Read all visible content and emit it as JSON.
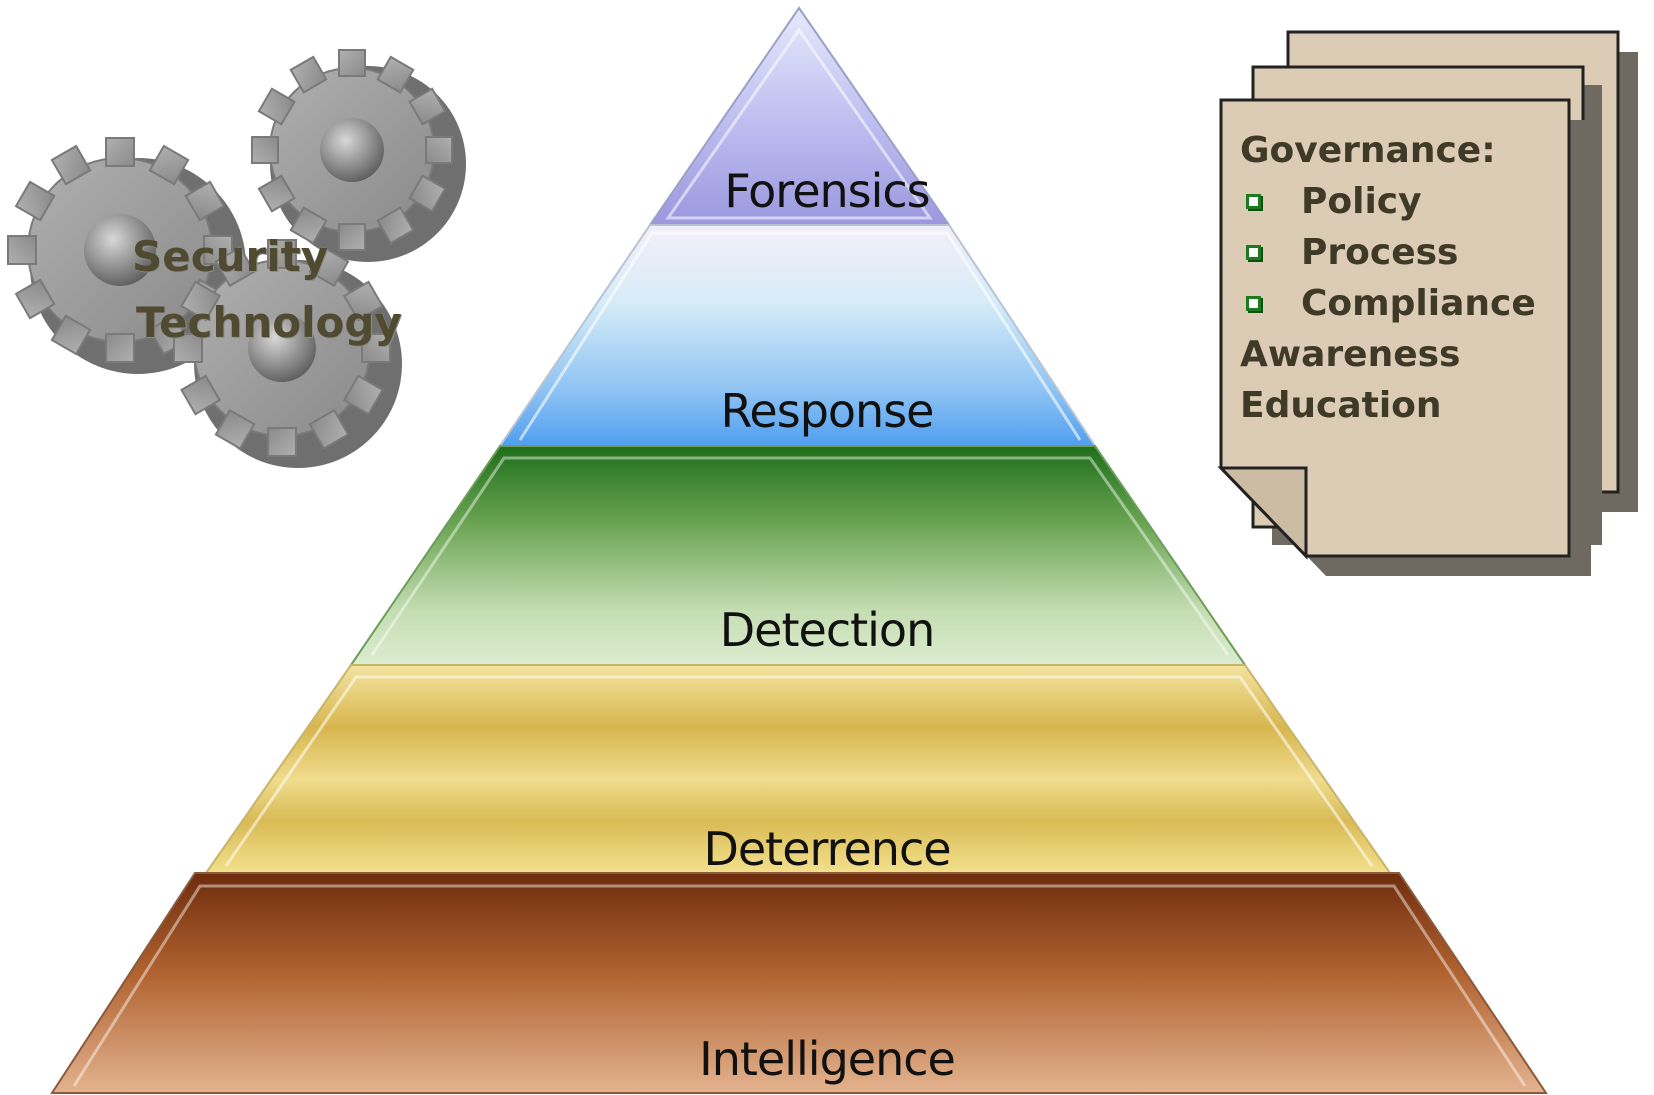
{
  "pyramid": {
    "layers": [
      {
        "label": "Forensics"
      },
      {
        "label": "Response"
      },
      {
        "label": "Detection"
      },
      {
        "label": "Deterrence"
      },
      {
        "label": "Intelligence"
      }
    ]
  },
  "gears": {
    "line1": "Security",
    "line2": "Technology"
  },
  "document": {
    "heading": "Governance:",
    "bullets": [
      "Policy",
      "Process",
      "Compliance"
    ],
    "extra": [
      "Awareness",
      "Education"
    ]
  },
  "colors": {
    "forensics": "#a9a6e6",
    "response": "#5aa6f2",
    "detection": "#2f7a22",
    "deterrence": "#d9b84e",
    "intelligence": "#8f3e17",
    "gear": "#9a9a9a",
    "paper": "#dcccb6"
  }
}
